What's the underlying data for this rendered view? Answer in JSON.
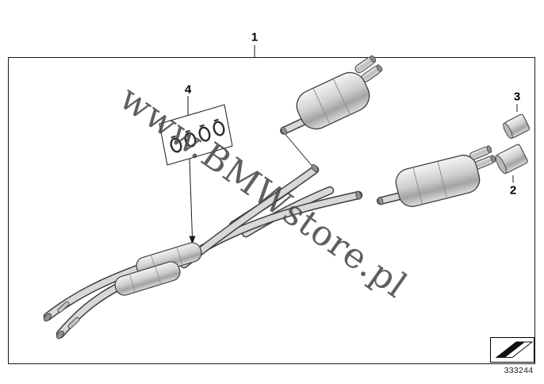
{
  "diagram": {
    "callouts": [
      {
        "label": "1"
      },
      {
        "label": "2"
      },
      {
        "label": "3"
      },
      {
        "label": "4"
      }
    ],
    "watermark": "www.BMWstore.pl",
    "drawing_number": "333244",
    "icons": {
      "direction_stamp": "diagonal-arrow"
    },
    "colors": {
      "background": "#ffffff",
      "line": "#1a1a1a",
      "pipe_fill": "#d8d8d8",
      "pipe_outline": "#3f3f3f",
      "metal_light": "#f4f4f4",
      "metal_dark": "#a3a3a3",
      "watermark": "#4a4a4a"
    }
  }
}
